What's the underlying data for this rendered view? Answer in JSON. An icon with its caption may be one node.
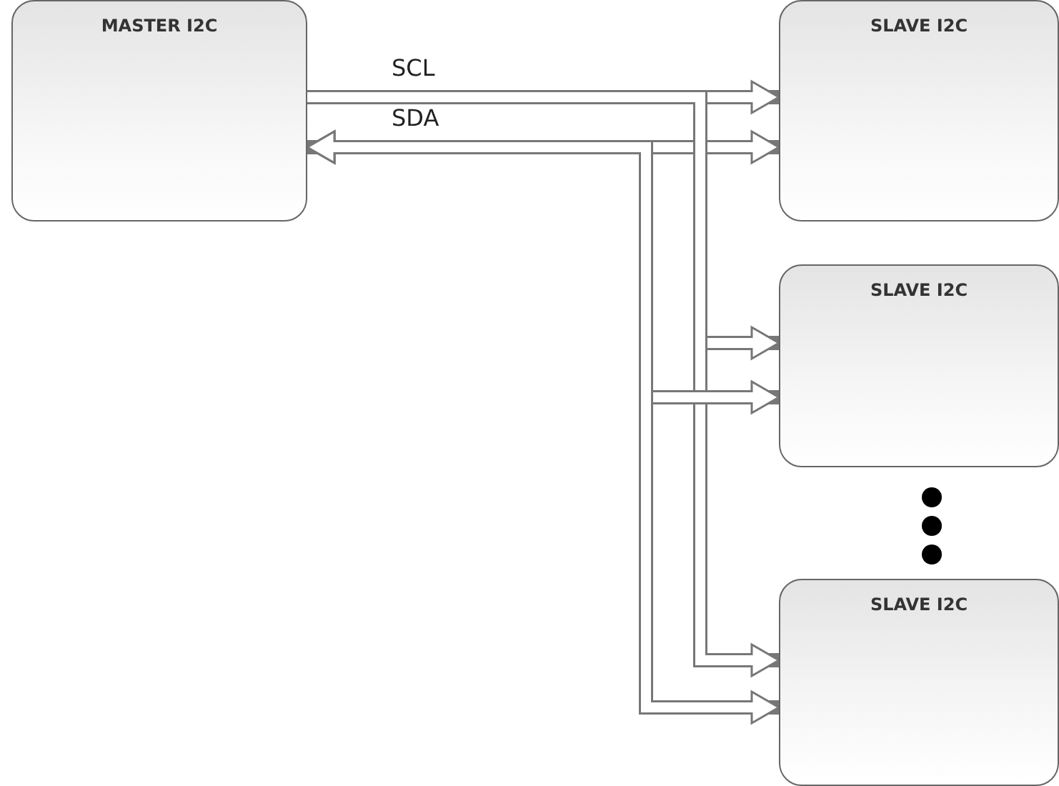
{
  "diagram": {
    "nodes": [
      {
        "text": [
          "MASTER I2C"
        ]
      },
      {
        "text": [
          "SLAVE I2C"
        ]
      },
      {
        "text": [
          "SLAVE I2C"
        ]
      },
      {
        "text": [
          "SLAVE I2C"
        ]
      }
    ],
    "edges": [
      {
        "from": 0,
        "to": 1,
        "arrow": "to",
        "label": "SCL"
      },
      {
        "from": 0,
        "to": 1,
        "arrow": "both",
        "label": "SDA"
      },
      {
        "from": 0,
        "to": 2,
        "arrow": "to"
      },
      {
        "from": 0,
        "to": 3,
        "arrow": "to"
      },
      {
        "from": 0,
        "to": 2,
        "arrow": "both"
      },
      {
        "from": 0,
        "to": 3,
        "arrow": "both"
      }
    ]
  }
}
